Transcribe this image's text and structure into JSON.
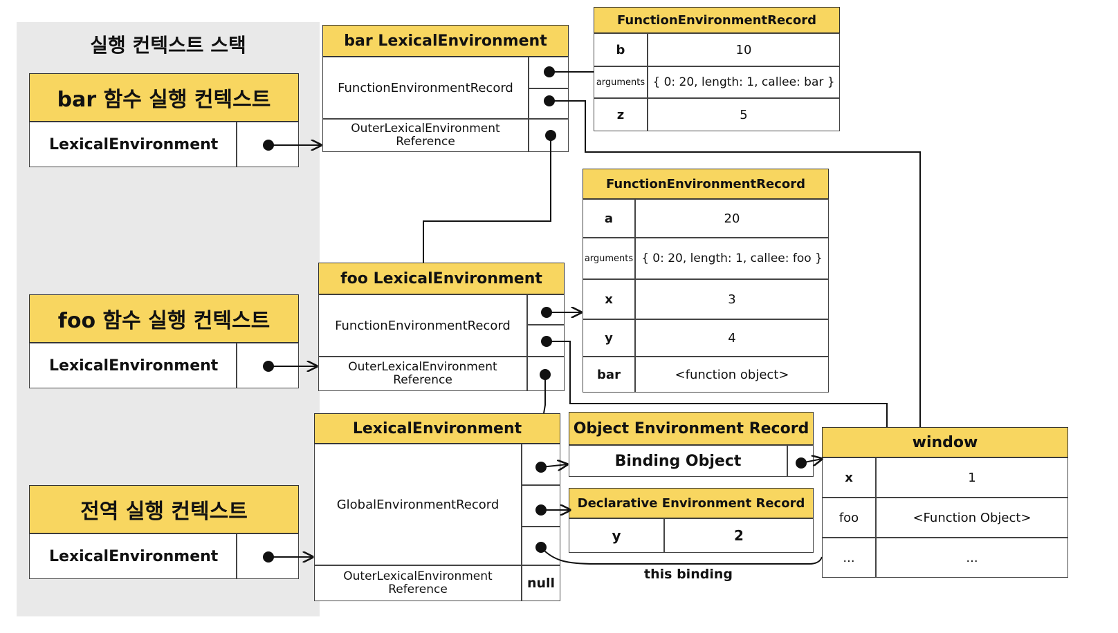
{
  "stack": {
    "title": "실행 컨텍스트 스택",
    "contexts": [
      {
        "title": "bar 함수 실행 컨텍스트",
        "field": "LexicalEnvironment"
      },
      {
        "title": "foo 함수 실행 컨텍스트",
        "field": "LexicalEnvironment"
      },
      {
        "title": "전역 실행 컨텍스트",
        "field": "LexicalEnvironment"
      }
    ]
  },
  "bar_le": {
    "title": "bar LexicalEnvironment",
    "record": "FunctionEnvironmentRecord",
    "outer": "OuterLexicalEnvironment Reference"
  },
  "bar_record": {
    "title": "FunctionEnvironmentRecord",
    "rows": [
      {
        "key": "b",
        "value": "10"
      },
      {
        "key": "arguments",
        "value": "{ 0: 20, length: 1, callee: bar }"
      },
      {
        "key": "z",
        "value": "5"
      }
    ]
  },
  "foo_le": {
    "title": "foo LexicalEnvironment",
    "record": "FunctionEnvironmentRecord",
    "outer": "OuterLexicalEnvironment Reference"
  },
  "foo_record": {
    "title": "FunctionEnvironmentRecord",
    "rows": [
      {
        "key": "a",
        "value": "20"
      },
      {
        "key": "arguments",
        "value": "{ 0: 20, length: 1, callee: foo }"
      },
      {
        "key": "x",
        "value": "3"
      },
      {
        "key": "y",
        "value": "4"
      },
      {
        "key": "bar",
        "value": "<function object>"
      }
    ]
  },
  "global_le": {
    "title": "LexicalEnvironment",
    "record": "GlobalEnvironmentRecord",
    "outer": "OuterLexicalEnvironment Reference",
    "null": "null"
  },
  "object_record": {
    "title": "Object Environment Record",
    "binding": "Binding Object"
  },
  "declarative_record": {
    "title": "Declarative Environment Record",
    "rows": [
      {
        "key": "y",
        "value": "2"
      }
    ]
  },
  "window": {
    "title": "window",
    "rows": [
      {
        "key": "x",
        "value": "1"
      },
      {
        "key": "foo",
        "value": "<Function Object>"
      },
      {
        "key": "...",
        "value": "..."
      }
    ]
  },
  "this_binding": "this binding"
}
